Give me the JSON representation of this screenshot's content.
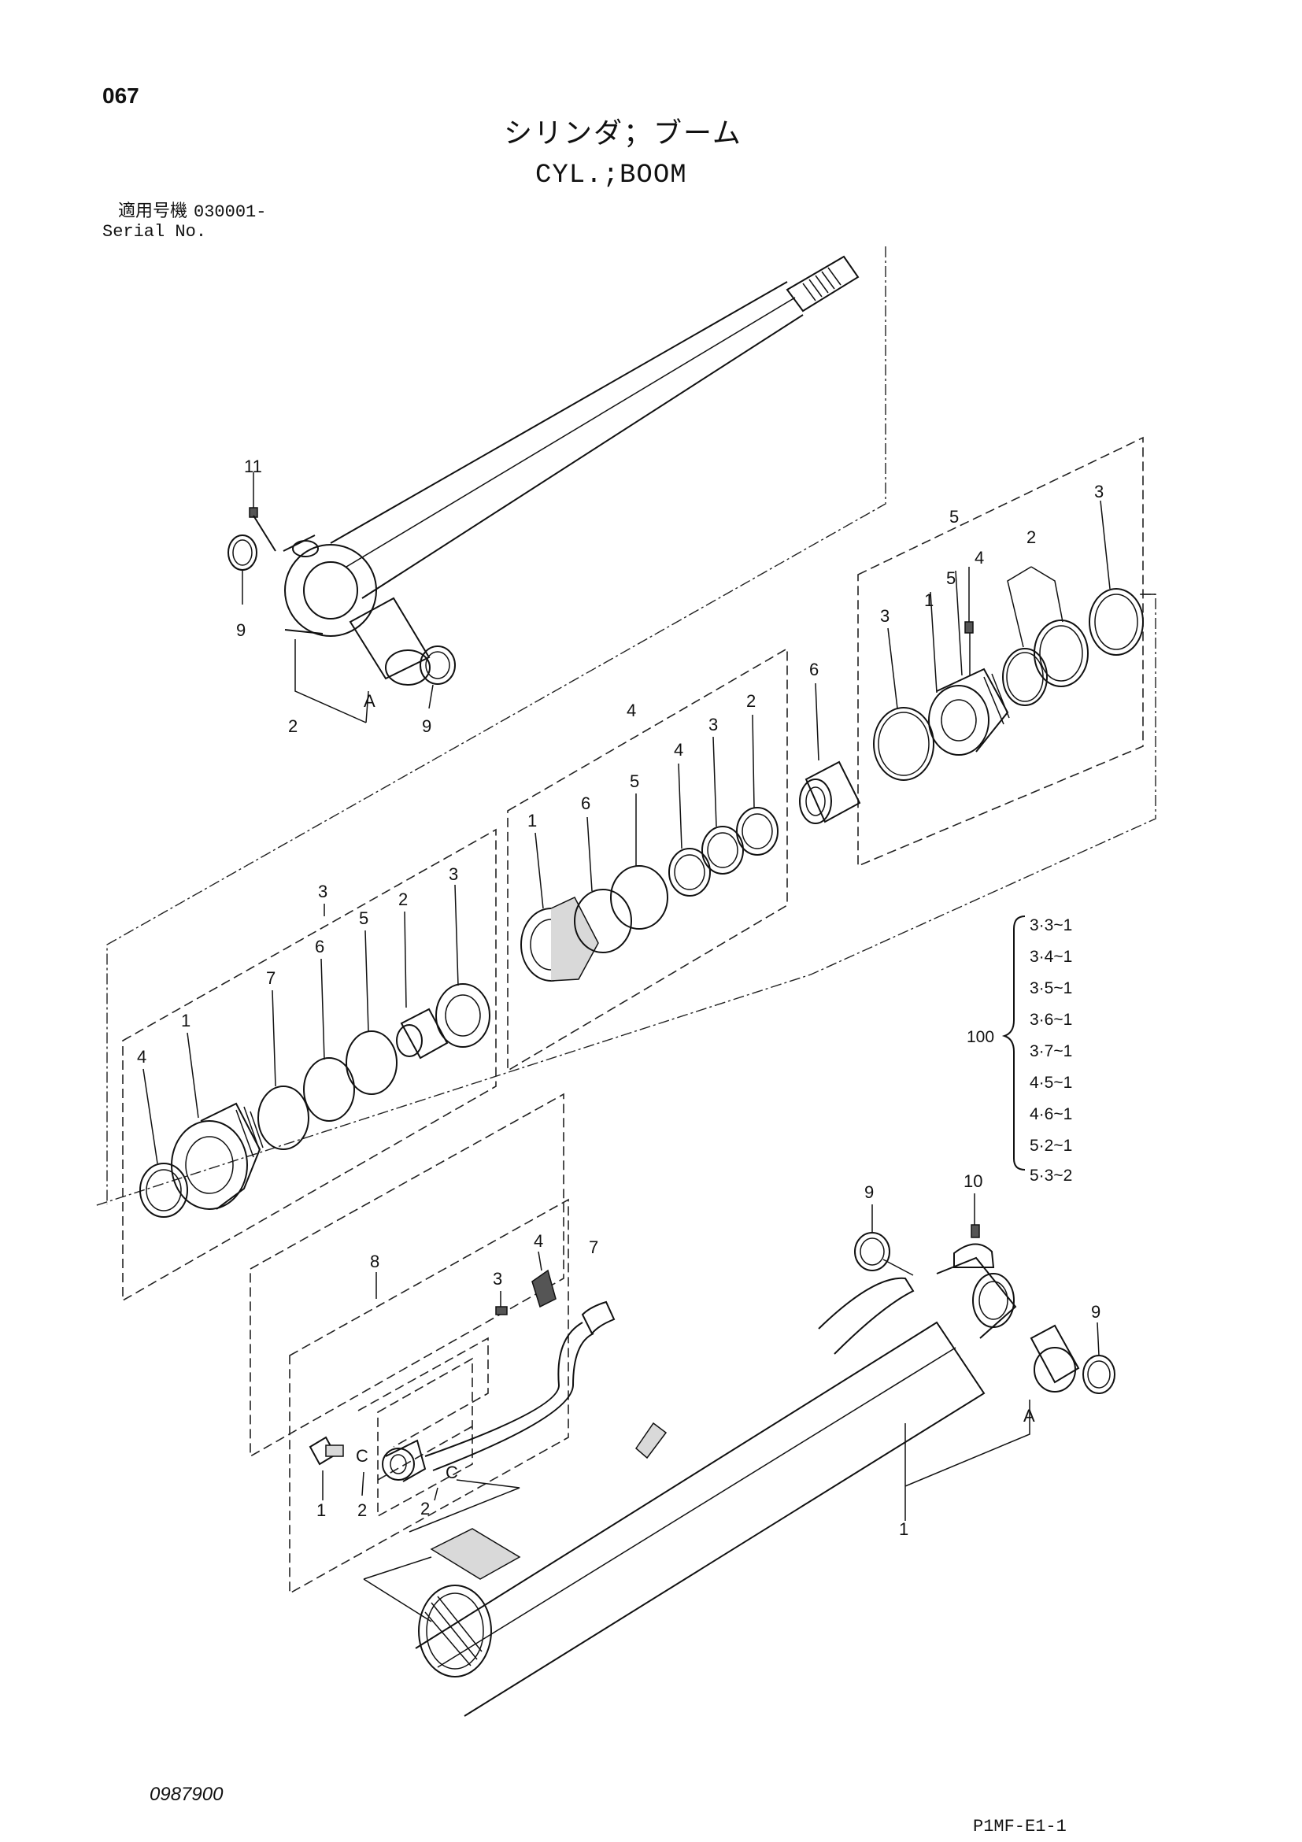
{
  "header": {
    "page_number": "067",
    "title_jp": "シリンダ；ブーム",
    "title_en": "CYL.;BOOM",
    "serial_label_jp": "適用号機",
    "serial_value": "030001-",
    "serial_label_en": "Serial No."
  },
  "footer": {
    "left": "0987900",
    "right": "P1MF-E1-1"
  },
  "kit": {
    "number": "100",
    "items": [
      "3·3~1",
      "3·4~1",
      "3·5~1",
      "3·6~1",
      "3·7~1",
      "4·5~1",
      "4·6~1",
      "5·2~1",
      "5·3~2"
    ]
  },
  "callouts": {
    "rod": [
      "11",
      "9",
      "2",
      "A",
      "9"
    ],
    "head": [
      "5",
      "4",
      "5",
      "1",
      "3",
      "2",
      "3"
    ],
    "sub6": [
      "6"
    ],
    "piston": [
      "4",
      "1",
      "6",
      "5",
      "4",
      "3",
      "2"
    ],
    "packing": [
      "3",
      "3",
      "7",
      "6",
      "5",
      "2",
      "4",
      "1"
    ],
    "tube": [
      "9",
      "10",
      "9",
      "A",
      "1"
    ],
    "pipe": [
      "8",
      "4",
      "7",
      "3",
      "1",
      "2",
      "2"
    ]
  }
}
